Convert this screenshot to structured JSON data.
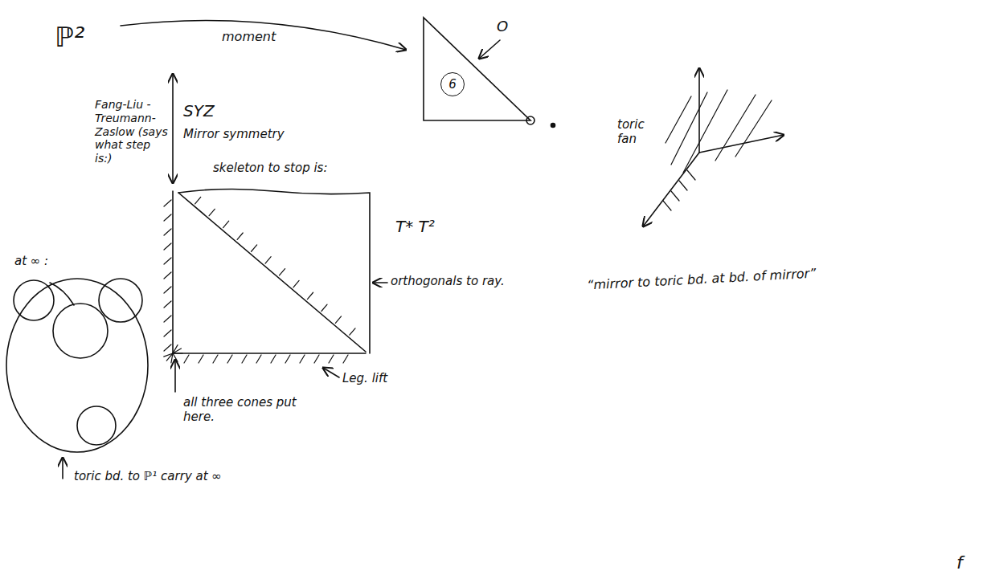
{
  "diagram": {
    "nodes": [
      {
        "text": [
          "6"
        ]
      }
    ],
    "labels": [
      "ℙ²",
      "moment",
      "O",
      "Fang-Liu -Treumann- Zaslow (says what step is:)",
      "SYZ",
      "Mirror symmetry",
      "skeleton to stop is:",
      "T* T²",
      "orthogonals to ray.",
      "at ∞ :",
      "Leg. lift",
      "all three cones put here.",
      "toric bd. to ℙ¹ carry at ∞",
      "toric fan",
      "“mirror to toric bd. at bd. of mirror”",
      "f"
    ]
  }
}
